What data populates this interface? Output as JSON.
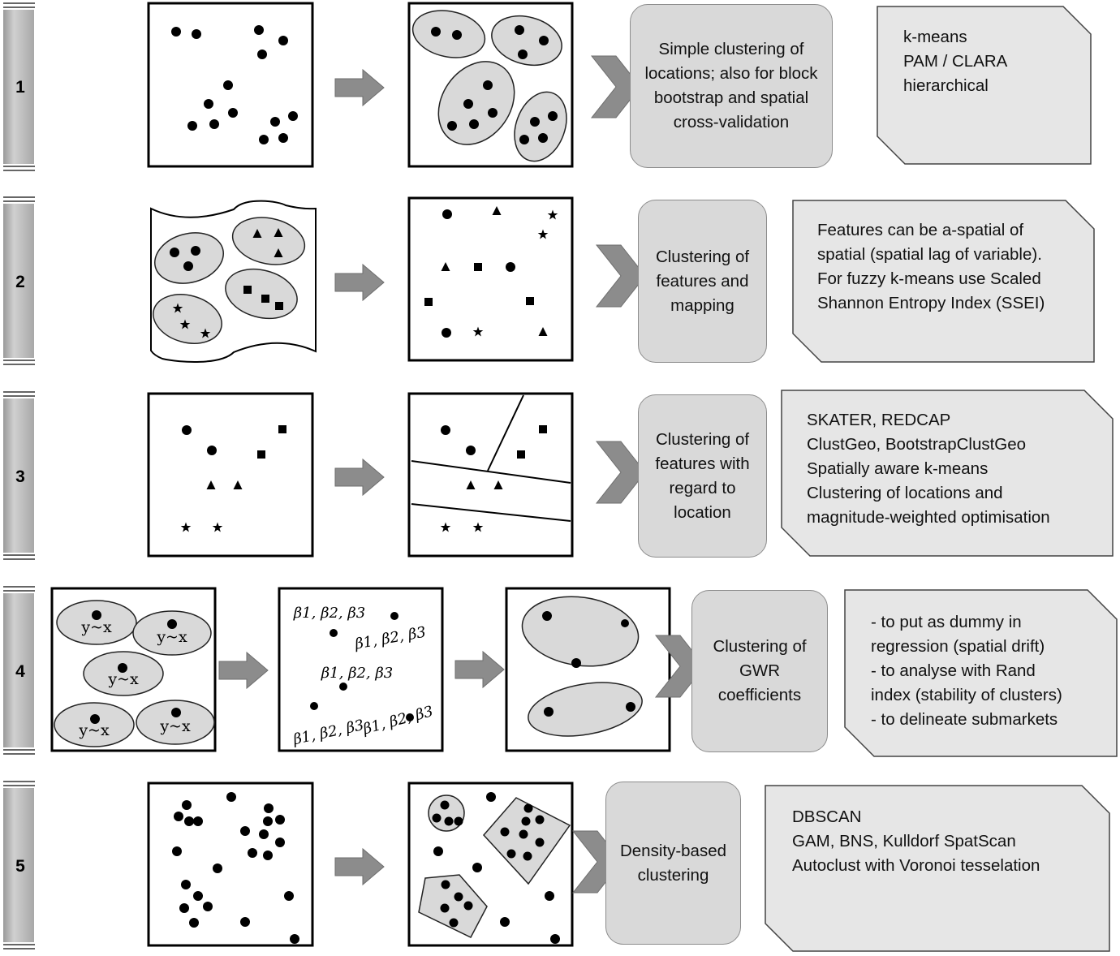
{
  "rows": [
    {
      "number": "1",
      "description": "Simple clustering of locations; also for block bootstrap and spatial cross-validation",
      "note_lines": [
        "k-means",
        "PAM / CLARA",
        "hierarchical"
      ]
    },
    {
      "number": "2",
      "description": "Clustering of features and mapping",
      "note_lines": [
        "Features can be a-spatial of",
        "spatial (spatial lag of variable).",
        "For fuzzy k-means use Scaled",
        "Shannon Entropy Index (SSEI)"
      ]
    },
    {
      "number": "3",
      "description": "Clustering of features with regard to location",
      "note_lines": [
        "SKATER, REDCAP",
        "ClustGeo, BootstrapClustGeo",
        "Spatially aware k-means",
        "Clustering of locations and",
        "magnitude-weighted optimisation"
      ]
    },
    {
      "number": "4",
      "description": "Clustering of GWR coefficients",
      "note_lines": [
        "- to put as dummy in",
        "regression (spatial drift)",
        "- to analyse with Rand",
        "index (stability of clusters)",
        "- to delineate submarkets"
      ]
    },
    {
      "number": "5",
      "description": "Density-based clustering",
      "note_lines": [
        "DBSCAN",
        "GAM, BNS, Kulldorf SpatScan",
        "Autoclust with Voronoi tesselation"
      ]
    }
  ],
  "model_label": "y~x",
  "coef_label": "β1, β2, β3"
}
